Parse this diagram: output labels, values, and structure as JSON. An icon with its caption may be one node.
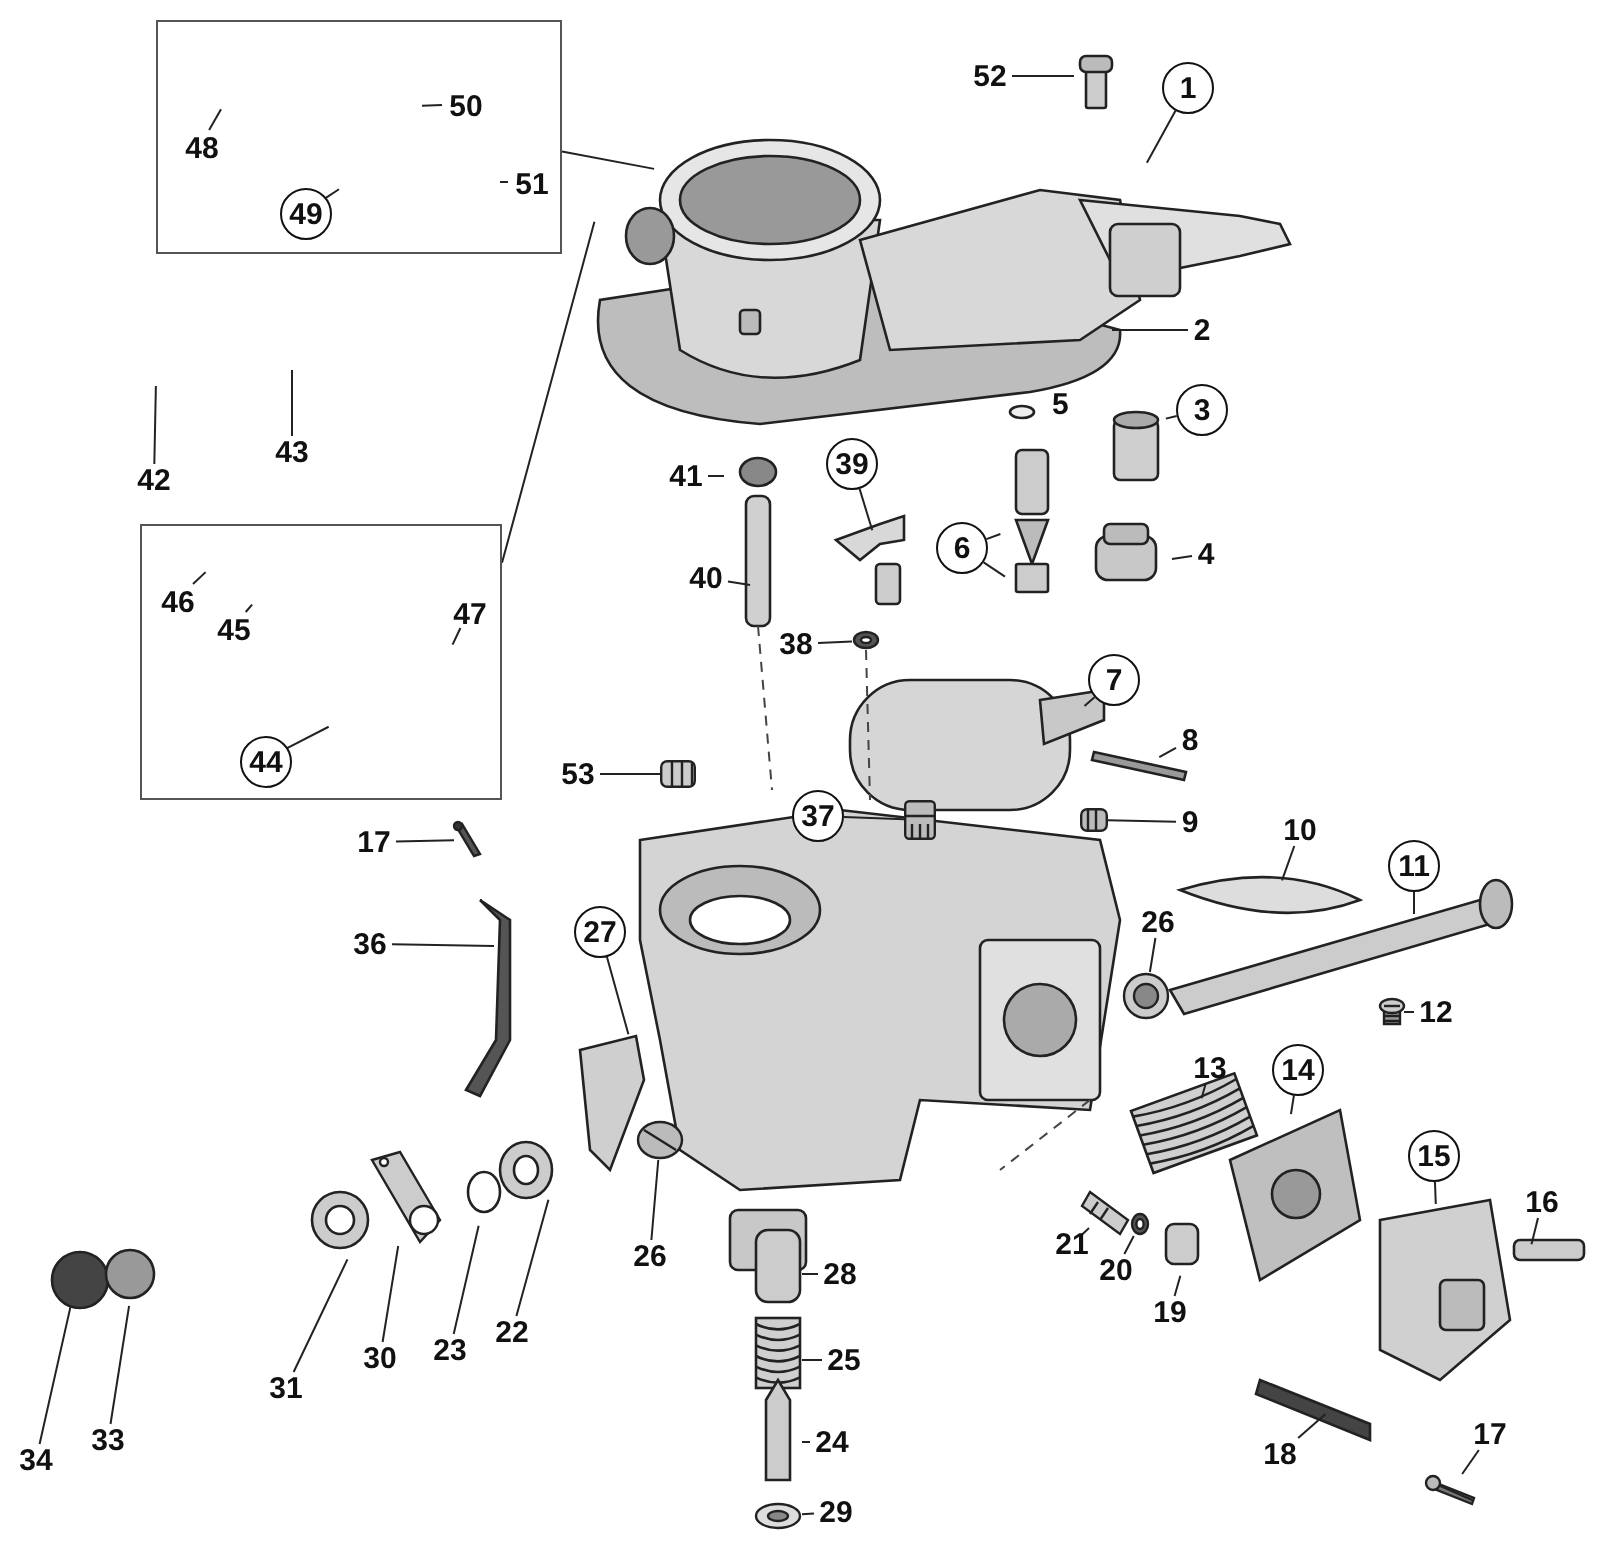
{
  "diagram": {
    "nodes": [
      {
        "text": [],
        "shape": "box"
      },
      {
        "text": [
          "50"
        ],
        "in": 0
      },
      {
        "text": [
          "48"
        ],
        "in": 0
      },
      {
        "text": [
          "51"
        ],
        "in": 0
      },
      {
        "text": [
          "49"
        ],
        "in": 0
      },
      {
        "text": [
          "52"
        ]
      },
      {
        "text": [
          "1"
        ]
      },
      {
        "text": [
          "2"
        ]
      },
      {
        "text": [
          "43"
        ]
      },
      {
        "text": [
          "42"
        ]
      },
      {
        "text": [
          "3"
        ]
      },
      {
        "text": [
          "41"
        ]
      },
      {
        "text": [
          "39"
        ]
      },
      {
        "text": [
          "6"
        ]
      },
      {
        "text": [
          "4"
        ]
      },
      {
        "text": [],
        "shape": "box"
      },
      {
        "text": [
          "46"
        ],
        "in": 15
      },
      {
        "text": [
          "47"
        ],
        "in": 15
      },
      {
        "text": [
          "45"
        ],
        "in": 15
      },
      {
        "text": [
          "44"
        ],
        "in": 15
      },
      {
        "text": [
          "40"
        ]
      },
      {
        "text": [
          "38"
        ]
      },
      {
        "text": [
          "7"
        ]
      },
      {
        "text": [
          "8"
        ]
      },
      {
        "text": [
          "53"
        ]
      },
      {
        "text": [
          "37"
        ]
      },
      {
        "text": [
          "9"
        ]
      },
      {
        "text": [
          "17"
        ]
      },
      {
        "text": [
          "10"
        ]
      },
      {
        "text": [
          "11"
        ]
      },
      {
        "text": [
          "26"
        ]
      },
      {
        "text": [
          "36"
        ]
      },
      {
        "text": [
          "27"
        ]
      },
      {
        "text": [
          "12"
        ]
      },
      {
        "text": [
          "13"
        ]
      },
      {
        "text": [
          "14"
        ]
      },
      {
        "text": [
          "15"
        ]
      },
      {
        "text": [
          "16"
        ]
      },
      {
        "text": [
          "21"
        ]
      },
      {
        "text": [
          "26"
        ]
      },
      {
        "text": [
          "20"
        ]
      },
      {
        "text": [
          "28"
        ]
      },
      {
        "text": [
          "19"
        ]
      },
      {
        "text": [
          "22"
        ]
      },
      {
        "text": [
          "23"
        ]
      },
      {
        "text": [
          "30"
        ]
      },
      {
        "text": [
          "25"
        ]
      },
      {
        "text": [
          "31"
        ]
      },
      {
        "text": [
          "33"
        ]
      },
      {
        "text": [
          "24"
        ]
      },
      {
        "text": [
          "18"
        ]
      },
      {
        "text": [
          "17"
        ]
      },
      {
        "text": [
          "34"
        ]
      },
      {
        "text": [
          "29"
        ]
      },
      {
        "text": [],
        "shape": "picture"
      },
      {
        "text": [],
        "shape": "picture"
      },
      {
        "text": [],
        "shape": "picture"
      },
      {
        "text": [],
        "shape": "picture"
      },
      {
        "text": [],
        "shape": "picture"
      },
      {
        "text": [],
        "shape": "picture"
      },
      {
        "text": [],
        "shape": "picture"
      },
      {
        "text": [],
        "shape": "picture"
      },
      {
        "text": [],
        "shape": "picture"
      },
      {
        "text": [],
        "shape": "picture"
      },
      {
        "text": [],
        "shape": "picture"
      },
      {
        "text": [],
        "shape": "picture"
      },
      {
        "text": [],
        "shape": "picture"
      }
    ],
    "edges": [
      {
        "from": 1,
        "to": null,
        "arrow": "none"
      },
      {
        "from": 2,
        "to": null,
        "arrow": "none"
      },
      {
        "from": 3,
        "to": null,
        "arrow": "none"
      },
      {
        "from": 4,
        "to": null,
        "arrow": "none"
      },
      {
        "from": 5,
        "to": null,
        "arrow": "none"
      },
      {
        "from": 6,
        "to": null,
        "arrow": "none"
      },
      {
        "from": 7,
        "to": null,
        "arrow": "none"
      },
      {
        "from": 8,
        "to": null,
        "arrow": "none"
      },
      {
        "from": 9,
        "to": null,
        "arrow": "none"
      },
      {
        "from": 10,
        "to": null,
        "arrow": "none"
      },
      {
        "from": 11,
        "to": null,
        "arrow": "none"
      },
      {
        "from": 12,
        "to": null,
        "arrow": "none"
      },
      {
        "from": 13,
        "to": null,
        "arrow": "none"
      },
      {
        "from": 13,
        "to": null,
        "arrow": "none"
      },
      {
        "from": 14,
        "to": null,
        "arrow": "none"
      },
      {
        "from": 16,
        "to": null,
        "arrow": "none"
      },
      {
        "from": 17,
        "to": null,
        "arrow": "none"
      },
      {
        "from": 18,
        "to": null,
        "arrow": "none"
      },
      {
        "from": 19,
        "to": null,
        "arrow": "none"
      },
      {
        "from": 20,
        "to": null,
        "arrow": "none"
      },
      {
        "from": 21,
        "to": 54,
        "arrow": "none"
      },
      {
        "from": 22,
        "to": null,
        "arrow": "none"
      },
      {
        "from": 23,
        "to": null,
        "arrow": "none"
      },
      {
        "from": 24,
        "to": 55,
        "arrow": "none"
      },
      {
        "from": 25,
        "to": 56,
        "arrow": "none"
      },
      {
        "from": 26,
        "to": 57,
        "arrow": "none"
      },
      {
        "from": 27,
        "to": 64,
        "arrow": "none"
      },
      {
        "from": 28,
        "to": null,
        "arrow": "none"
      },
      {
        "from": 29,
        "to": null,
        "arrow": "none"
      },
      {
        "from": 30,
        "to": 58,
        "arrow": "none"
      },
      {
        "from": 31,
        "to": null,
        "arrow": "none"
      },
      {
        "from": 32,
        "to": null,
        "arrow": "none"
      },
      {
        "from": 33,
        "to": 59,
        "arrow": "none"
      },
      {
        "from": 34,
        "to": null,
        "arrow": "none"
      },
      {
        "from": 35,
        "to": null,
        "arrow": "none"
      },
      {
        "from": 36,
        "to": null,
        "arrow": "none"
      },
      {
        "from": 37,
        "to": null,
        "arrow": "none"
      },
      {
        "from": 38,
        "to": 60,
        "arrow": "none"
      },
      {
        "from": 39,
        "to": 61,
        "arrow": "none"
      },
      {
        "from": 40,
        "to": 62,
        "arrow": "none"
      },
      {
        "from": 41,
        "to": null,
        "arrow": "none"
      },
      {
        "from": 42,
        "to": null,
        "arrow": "none"
      },
      {
        "from": 43,
        "to": null,
        "arrow": "none"
      },
      {
        "from": 44,
        "to": null,
        "arrow": "none"
      },
      {
        "from": 45,
        "to": 63,
        "arrow": "none"
      },
      {
        "from": 46,
        "to": null,
        "arrow": "none"
      },
      {
        "from": 47,
        "to": null,
        "arrow": "none"
      },
      {
        "from": 48,
        "to": null,
        "arrow": "none"
      },
      {
        "from": 49,
        "to": null,
        "arrow": "none"
      },
      {
        "from": 50,
        "to": null,
        "arrow": "none"
      },
      {
        "from": 51,
        "to": 65,
        "arrow": "none"
      },
      {
        "from": 52,
        "to": null,
        "arrow": "none"
      },
      {
        "from": 53,
        "to": 66,
        "arrow": "none"
      },
      {
        "from": 0,
        "to": null,
        "arrow": "none"
      },
      {
        "from": 15,
        "to": null,
        "arrow": "none"
      }
    ],
    "labels": [
      "5"
    ]
  }
}
